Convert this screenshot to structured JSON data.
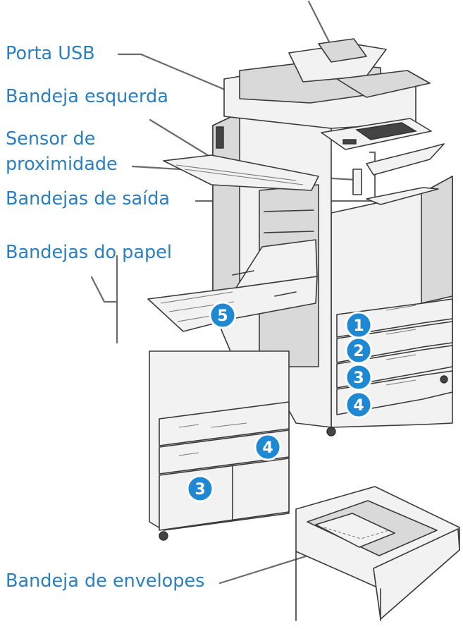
{
  "labels": {
    "usb_port": "Porta USB",
    "left_tray": "Bandeja esquerda",
    "proximity_sensor_line1": "Sensor de",
    "proximity_sensor_line2": "proximidade",
    "output_trays": "Bandejas de saída",
    "paper_trays": "Bandejas do papel",
    "envelope_tray": "Bandeja de envelopes"
  },
  "tray_numbers": {
    "bypass": "5",
    "tray1": "1",
    "tray2": "2",
    "tray3": "3",
    "tray4": "4",
    "hcf_tray4": "4",
    "hcf_tray3": "3"
  },
  "colors": {
    "label_text": "#2a7fc1",
    "badge_fill": "#1e88d2",
    "callout_line": "#6b6b6b"
  }
}
